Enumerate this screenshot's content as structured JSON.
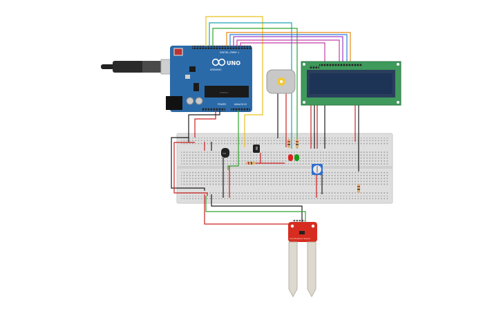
{
  "arduino": {
    "brand": "UNO",
    "model": "ARDUINO",
    "digital_label": "DIGITAL (PWM~)",
    "power_label": "POWER",
    "analog_label": "ANALOG IN"
  },
  "ic_label": "ATMEGA",
  "sensor": {
    "title": "Soil Moisture Sensor"
  },
  "colors": {
    "board": "#2b6aa8",
    "breadboard": "#dedede",
    "lcd_frame": "#3f9a5c",
    "lcd_screen": "#1d3457",
    "sensor": "#d62d20",
    "wire_red": "#cc1f1f",
    "wire_black": "#1a1a1a",
    "wire_yellow": "#e7c21d",
    "wire_green": "#2fa52f",
    "wire_blue": "#2f7bd6",
    "wire_purple": "#9b39c5",
    "wire_orange": "#e58a18",
    "wire_cyan": "#1aa3b5",
    "wire_magenta": "#c43ba8"
  }
}
